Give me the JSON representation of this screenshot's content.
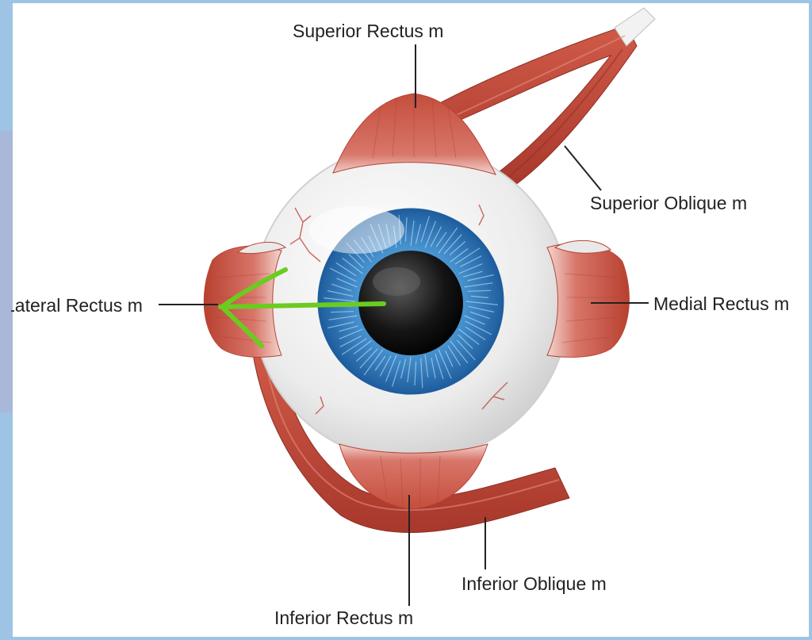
{
  "labels": {
    "superior_rectus": "Superior Rectus m",
    "superior_oblique": "Superior Oblique m",
    "lateral_rectus": "Lateral Rectus m",
    "medial_rectus": "Medial Rectus m",
    "inferior_oblique": "Inferior Oblique m",
    "inferior_rectus": "Inferior Rectus m"
  },
  "annotation": {
    "arrow_color": "#6bcc1f",
    "arrow_direction": "left"
  },
  "colors": {
    "background_panel": "#9dc4e4",
    "canvas": "#ffffff",
    "muscle": "#c9503f",
    "muscle_dark": "#a8382c",
    "sclera": "#f2f2f2",
    "iris": "#3c87c9",
    "pupil": "#1a1a1a"
  }
}
